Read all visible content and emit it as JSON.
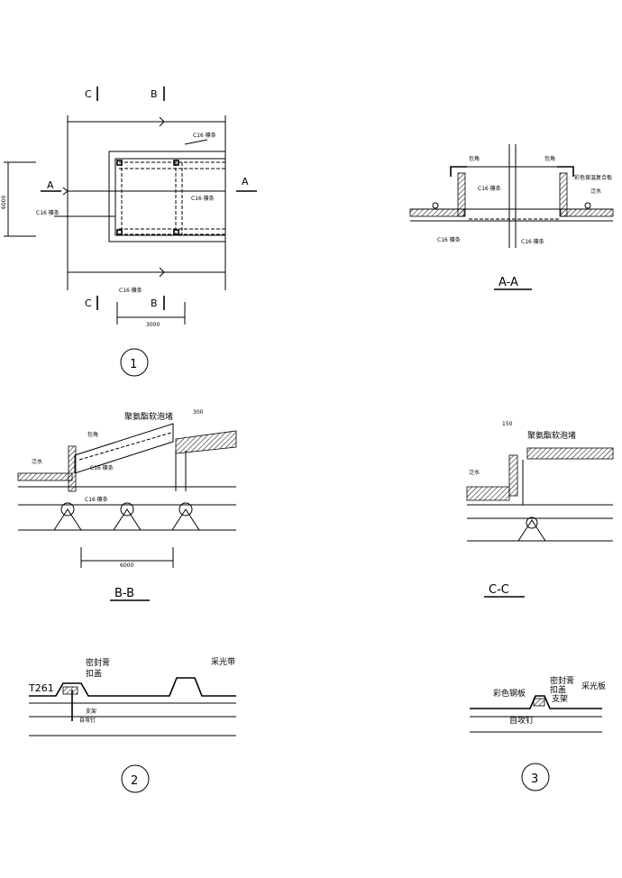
{
  "plan": {
    "cut_c": "C",
    "cut_b": "B",
    "cut_a": "A",
    "purlin_label": "C16 檩条",
    "dim_6000": "6000",
    "dim_3000": "3000",
    "number": "1"
  },
  "section_aa": {
    "title": "A-A",
    "corner": "包角",
    "purlin": "C16 檩条",
    "panel": "彩色保温复合板",
    "flashing": "泛水"
  },
  "section_bb": {
    "title": "B-B",
    "foam": "聚氨酯软泡堵",
    "dim_300": "300",
    "corner": "包角",
    "flashing": "泛水",
    "purlin": "C16 檩条",
    "dim_6000": "6000"
  },
  "section_cc": {
    "title": "C-C",
    "foam": "聚氨酯软泡堵",
    "dim_150": "150",
    "flashing": "泛水"
  },
  "detail2": {
    "number": "2",
    "sealant": "密封膏",
    "cap": "扣盖",
    "t261": "T261",
    "bracket": "支架",
    "screw": "自攻钉",
    "light_strip": "采光带"
  },
  "detail3": {
    "number": "3",
    "sealant": "密封膏",
    "cap": "扣盖",
    "steel": "彩色钢板",
    "bracket": "支架",
    "light_panel": "采光板",
    "screw": "自攻钉"
  }
}
